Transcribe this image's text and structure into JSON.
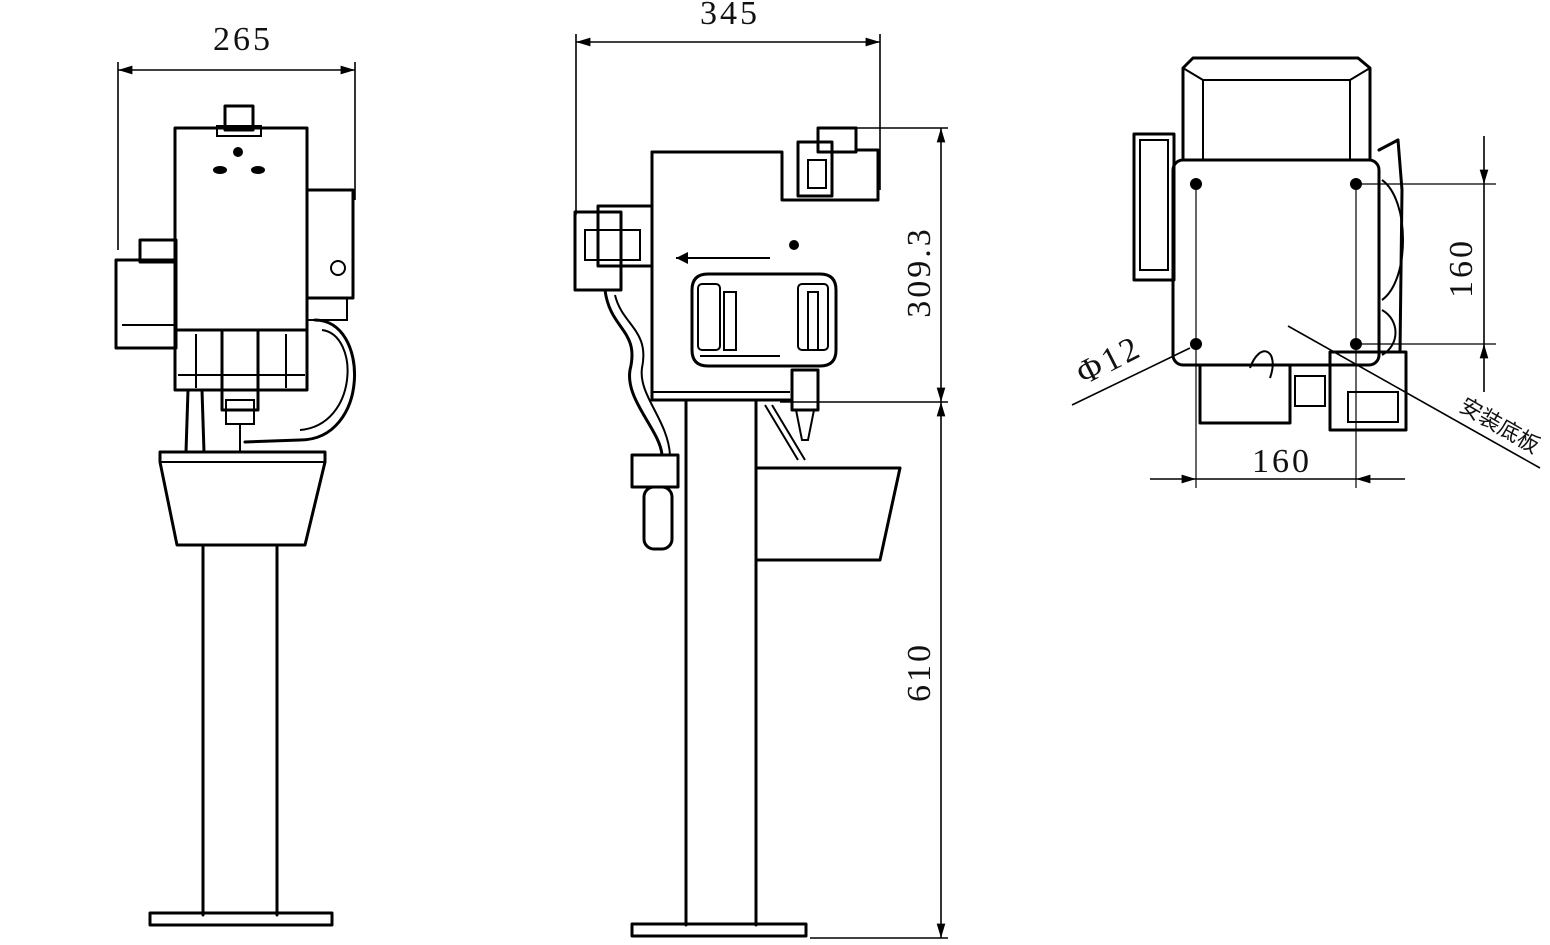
{
  "dimensions": {
    "front_width": "265",
    "side_width": "345",
    "head_height": "309.3",
    "stand_height": "610",
    "base_hole_spacing_x": "160",
    "base_hole_spacing_y": "160",
    "hole_diameter": "Φ12"
  },
  "labels": {
    "mounting_plate": "安装底板"
  }
}
